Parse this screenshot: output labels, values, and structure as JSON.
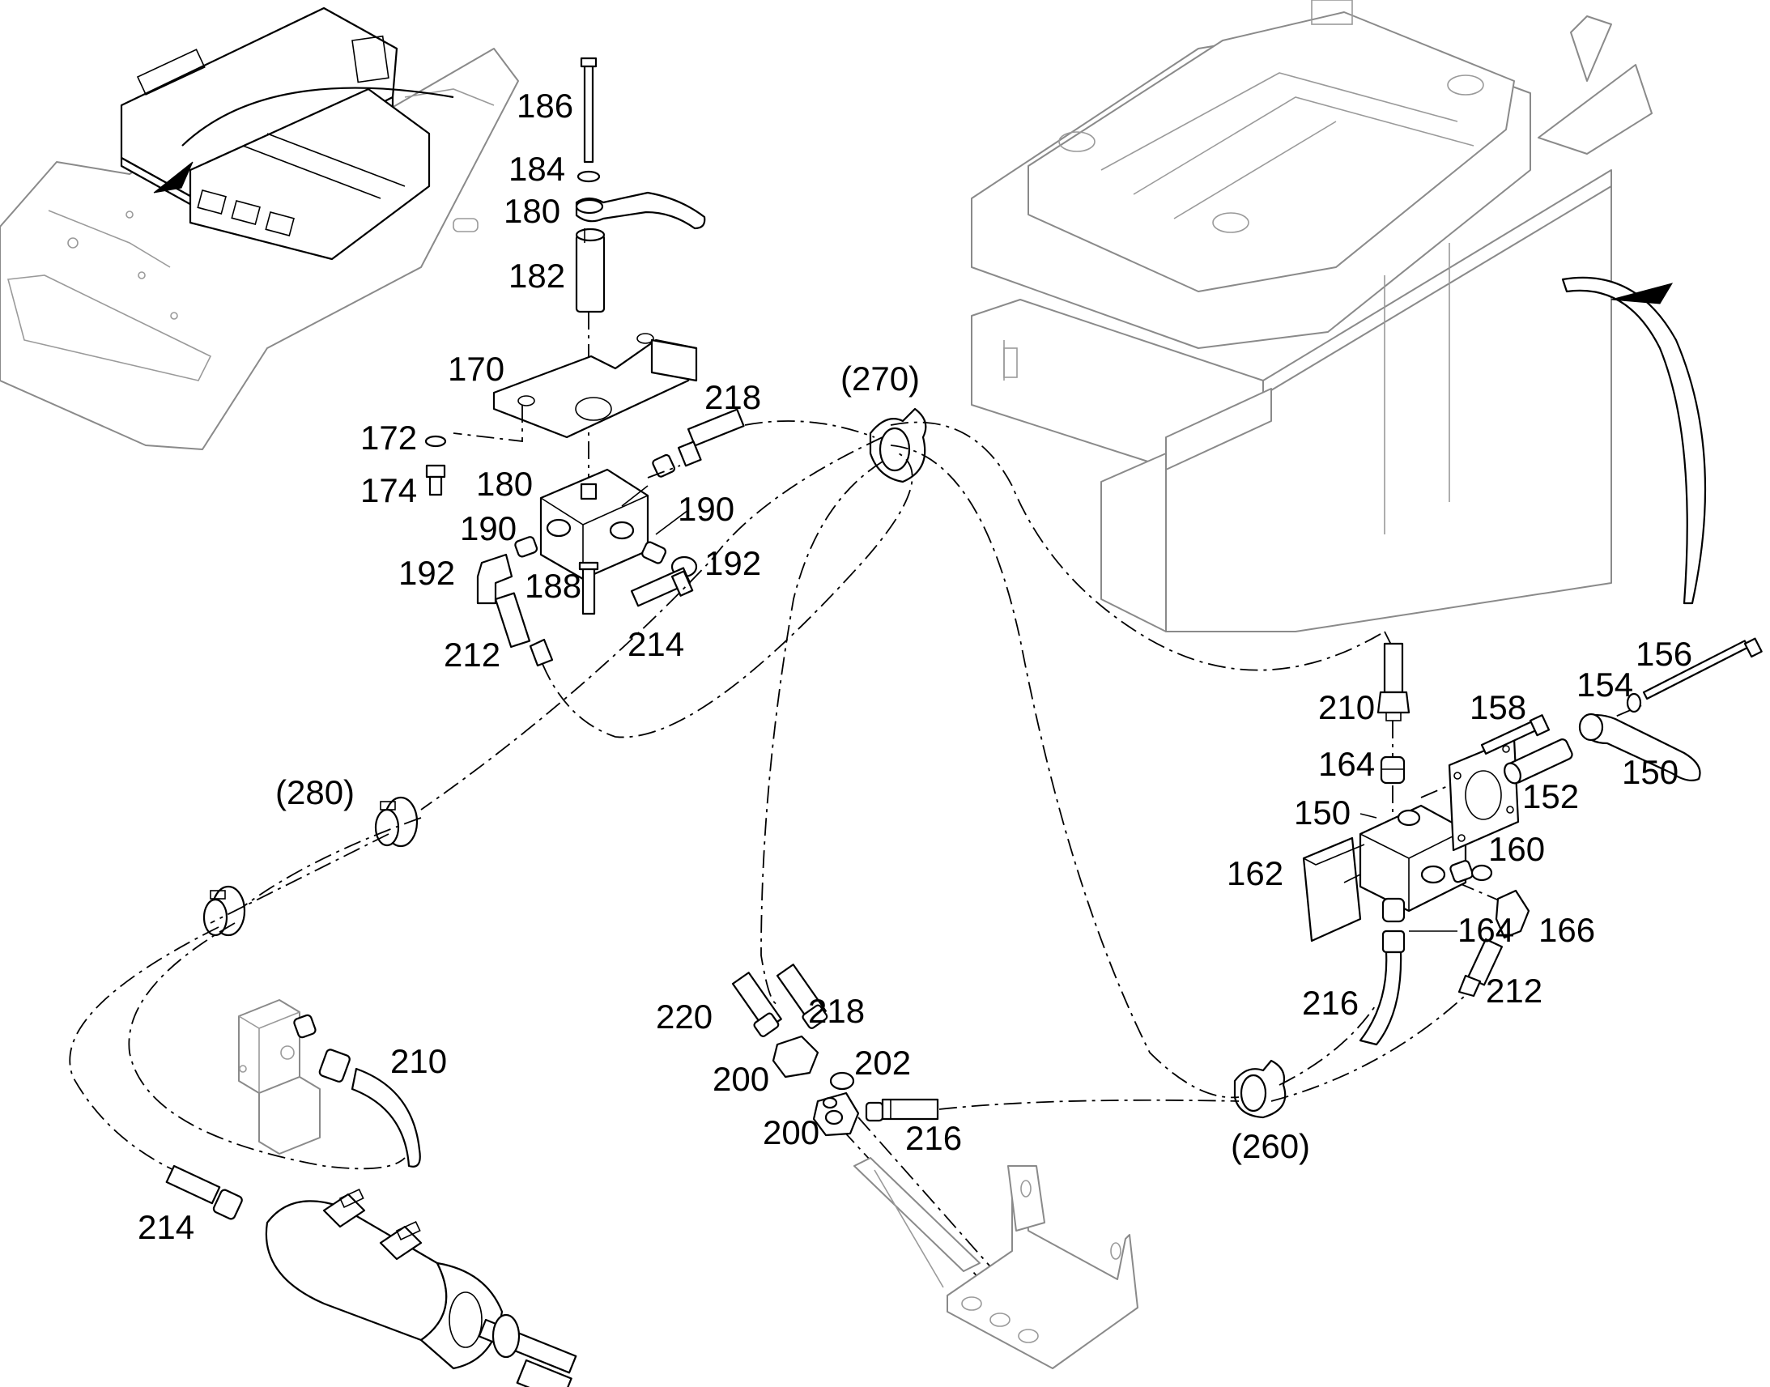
{
  "colors": {
    "line": "#000000",
    "ghost": "#8a8a8a",
    "background": "#ffffff"
  },
  "callouts": {
    "c186": "186",
    "c184": "184",
    "c180a": "180",
    "c182": "182",
    "c170": "170",
    "c172": "172",
    "c174": "174",
    "c180b": "180",
    "c218a": "218",
    "c270": "(270)",
    "c190a": "190",
    "c190b": "190",
    "c192a": "192",
    "c192b": "192",
    "c188": "188",
    "c212a": "212",
    "c214a": "214",
    "c280": "(280)",
    "c210a": "210",
    "c214b": "214",
    "c220": "220",
    "c218b": "218",
    "c200a": "200",
    "c202": "202",
    "c200b": "200",
    "c216a": "216",
    "c260": "(260)",
    "c210b": "210",
    "c158": "158",
    "c156": "156",
    "c154": "154",
    "c164a": "164",
    "c152": "152",
    "c150a": "150",
    "c150b": "150",
    "c160": "160",
    "c162": "162",
    "c164b": "164",
    "c166": "166",
    "c216b": "216",
    "c212b": "212"
  }
}
